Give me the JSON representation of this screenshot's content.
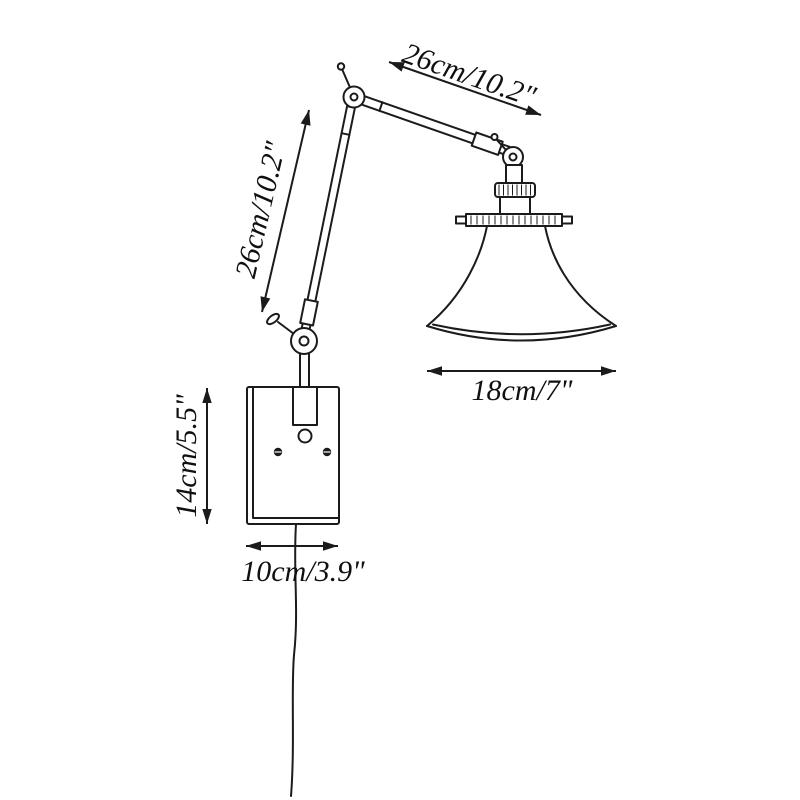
{
  "diagram": {
    "subject": "swing-arm wall lamp dimension drawing",
    "background": "#ffffff",
    "line_color": "#1b1b1b",
    "dimensions": {
      "upper_arm": "26cm/10.2\"",
      "lower_arm": "26cm/10.2\"",
      "shade_width": "18cm/7\"",
      "backplate_height": "14cm/5.5\"",
      "backplate_width": "10cm/3.9\""
    }
  }
}
